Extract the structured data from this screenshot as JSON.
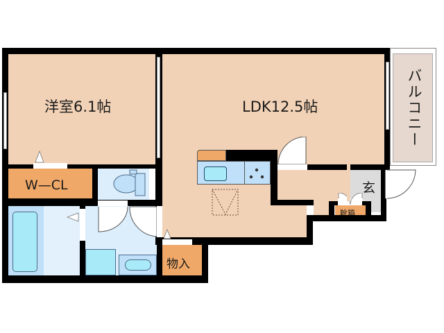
{
  "floorplan": {
    "colors": {
      "wall": "#000000",
      "room": "#f2d2b6",
      "storage": "#f0a868",
      "wet": "#dceefc",
      "fixture": "#a8eaf8",
      "fixture_border": "#4a6a8a",
      "entrance": "#dcdcdc",
      "balcony": "#e6d8ce"
    },
    "rooms": {
      "western_room": {
        "label": "洋室6.1帖",
        "type": "bedroom",
        "size_jo": 6.1
      },
      "ldk": {
        "label": "LDK12.5帖",
        "type": "living-dining-kitchen",
        "size_jo": 12.5
      },
      "walk_in_closet": {
        "label": "W—CL"
      },
      "storage": {
        "label": "物入"
      },
      "entrance": {
        "label": "玄"
      },
      "shoe_cabinet": {
        "label": "靴箱"
      },
      "balcony": {
        "label": "バルコニー"
      },
      "toilet": {
        "label": ""
      },
      "bathroom": {
        "label": ""
      },
      "washroom": {
        "label": ""
      }
    }
  }
}
